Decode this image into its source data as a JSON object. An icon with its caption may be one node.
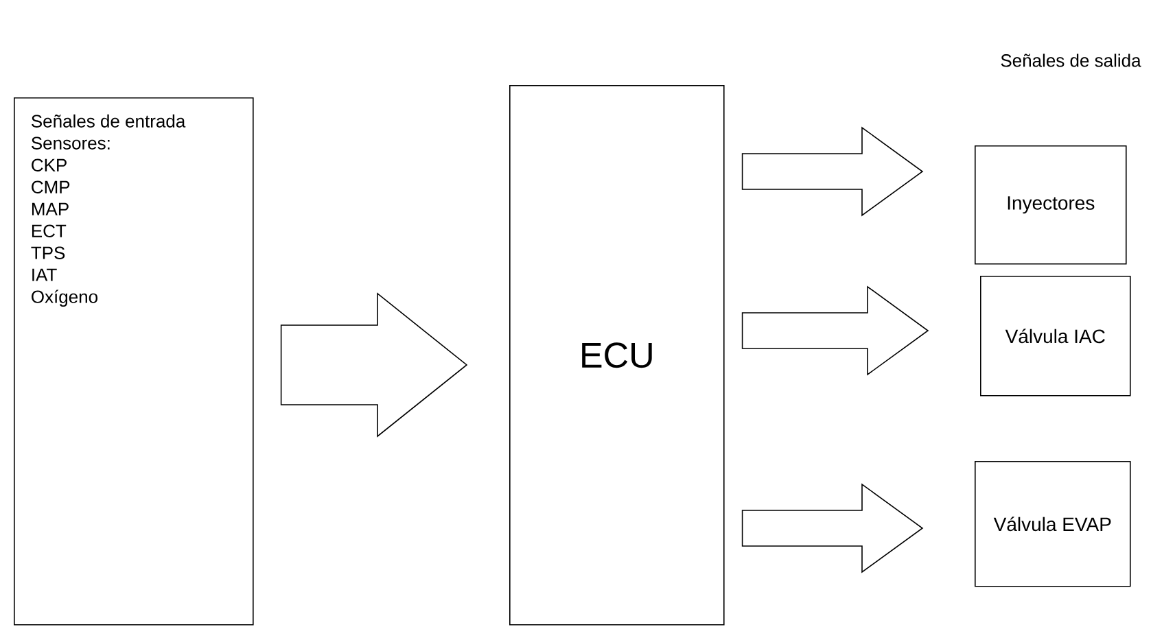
{
  "diagram": {
    "nodes": [
      {
        "text": [
          "Señales de entrada",
          "Sensores:",
          "CKP",
          "CMP",
          "MAP",
          "ECT",
          "TPS",
          "IAT",
          "Oxígeno"
        ]
      },
      {
        "text": [
          "ECU"
        ]
      },
      {
        "text": [
          "Inyectores"
        ]
      },
      {
        "text": [
          "Válvula IAC"
        ]
      },
      {
        "text": [
          "Válvula EVAP"
        ]
      }
    ],
    "edges": [
      {
        "from": 0,
        "to": 1,
        "arrow": "to"
      },
      {
        "from": 1,
        "to": 2,
        "arrow": "to"
      },
      {
        "from": 1,
        "to": 3,
        "arrow": "to"
      },
      {
        "from": 1,
        "to": 4,
        "arrow": "to"
      }
    ],
    "labels": [
      "Señales de salida"
    ]
  }
}
